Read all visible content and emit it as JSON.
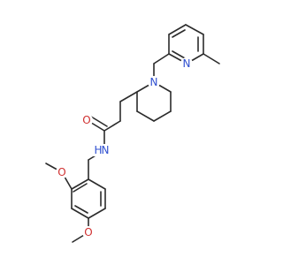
{
  "colors": {
    "bond": "#2b2b2b",
    "nitrogen": "#3050d0",
    "oxygen": "#d03030",
    "background": "#ffffff"
  },
  "atoms": {
    "pyridine_n": "N",
    "piperidine_n": "N",
    "amide_n_h": "H",
    "amide_n": "N",
    "carbonyl_o": "O",
    "methoxy_o_top": "O",
    "methoxy_o_bottom": "O"
  }
}
